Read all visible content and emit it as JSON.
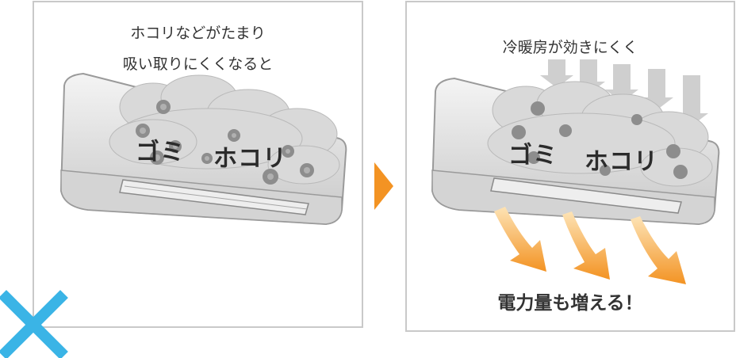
{
  "left": {
    "caption_line1": "ホコリなどがたまり",
    "caption_line2": "吸い取りにくくなると",
    "dust_label": "ゴミ",
    "dirt_label": "ホコリ"
  },
  "right": {
    "caption": "冷暖房が効きにくく",
    "dust_label": "ゴミ",
    "dirt_label": "ホコリ",
    "warning": "電力量も増える！"
  },
  "icons": {
    "arrow": "orange-chevron-right-icon",
    "mark": "blue-x-mark-icon",
    "dust": "gear-dust-particle-icon",
    "airflow": "orange-airflow-arrow-icon",
    "intake": "gray-intake-arrow-icon"
  },
  "colors": {
    "orange": "#f39323",
    "blue_x": "#3ab4e6",
    "border": "#c9c9c9"
  }
}
